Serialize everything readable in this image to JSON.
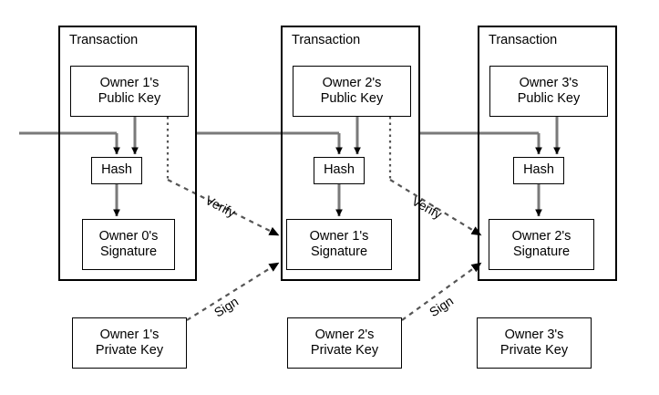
{
  "diagram": {
    "title": "Bitcoin transaction chain",
    "type": "flow-diagram",
    "colors": {
      "background": "#ffffff",
      "stroke_dark": "#000000",
      "stroke_gray": "#7a7a7a",
      "text": "#000000"
    },
    "transactions": [
      {
        "id": "transaction-1",
        "title": "Transaction",
        "public_key": {
          "line1": "Owner 1's",
          "line2": "Public Key"
        },
        "hash": "Hash",
        "signature": {
          "line1": "Owner 0's",
          "line2": "Signature"
        }
      },
      {
        "id": "transaction-2",
        "title": "Transaction",
        "public_key": {
          "line1": "Owner 2's",
          "line2": "Public Key"
        },
        "hash": "Hash",
        "signature": {
          "line1": "Owner 1's",
          "line2": "Signature"
        }
      },
      {
        "id": "transaction-3",
        "title": "Transaction",
        "public_key": {
          "line1": "Owner 3's",
          "line2": "Public Key"
        },
        "hash": "Hash",
        "signature": {
          "line1": "Owner 2's",
          "line2": "Signature"
        }
      }
    ],
    "private_keys": [
      {
        "id": "private-key-1",
        "line1": "Owner 1's",
        "line2": "Private Key"
      },
      {
        "id": "private-key-2",
        "line1": "Owner 2's",
        "line2": "Private Key"
      },
      {
        "id": "private-key-3",
        "line1": "Owner 3's",
        "line2": "Private Key"
      }
    ],
    "edge_labels": [
      {
        "id": "verify-1",
        "text": "Verify"
      },
      {
        "id": "sign-1",
        "text": "Sign"
      },
      {
        "id": "verify-2",
        "text": "Verify"
      },
      {
        "id": "sign-2",
        "text": "Sign"
      }
    ]
  }
}
